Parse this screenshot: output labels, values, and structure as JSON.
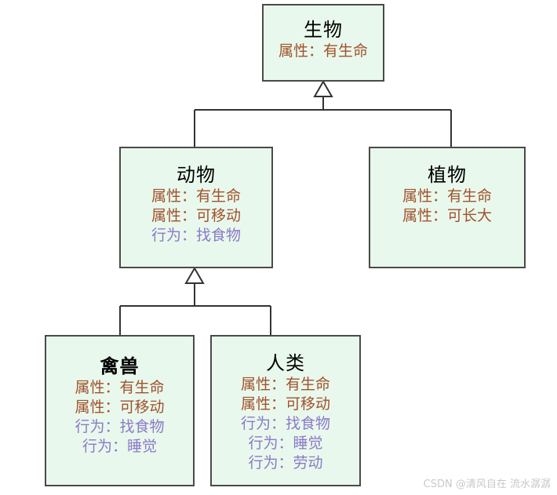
{
  "diagram": {
    "type": "uml-class-inheritance",
    "colors": {
      "box_fill": "#e9f8ec",
      "box_border": "#4a4a4a",
      "title_text": "#000000",
      "attribute_text": "#a0522d",
      "behavior_text": "#8b7ac8",
      "watermark_text": "#c9c9c9",
      "background": "#ffffff"
    },
    "nodes": [
      {
        "id": "shengwu",
        "title": "生物",
        "members": [
          {
            "text": "属性：有生命",
            "kind": "attribute"
          }
        ]
      },
      {
        "id": "dongwu",
        "title": "动物",
        "members": [
          {
            "text": "属性：有生命",
            "kind": "attribute"
          },
          {
            "text": "属性：可移动",
            "kind": "attribute"
          },
          {
            "text": "行为：找食物",
            "kind": "behavior"
          }
        ]
      },
      {
        "id": "zhiwu",
        "title": "植物",
        "members": [
          {
            "text": "属性：有生命",
            "kind": "attribute"
          },
          {
            "text": "属性：可长大",
            "kind": "attribute"
          }
        ]
      },
      {
        "id": "qinshou",
        "title": "禽兽",
        "members": [
          {
            "text": "属性：有生命",
            "kind": "attribute"
          },
          {
            "text": "属性：可移动",
            "kind": "attribute"
          },
          {
            "text": "行为：找食物",
            "kind": "behavior"
          },
          {
            "text": "行为：睡觉",
            "kind": "behavior"
          }
        ]
      },
      {
        "id": "renlei",
        "title": "人类",
        "members": [
          {
            "text": "属性：有生命",
            "kind": "attribute"
          },
          {
            "text": "属性：可移动",
            "kind": "attribute"
          },
          {
            "text": "行为：找食物",
            "kind": "behavior"
          },
          {
            "text": "行为：睡觉",
            "kind": "behavior"
          },
          {
            "text": "行为：劳动",
            "kind": "behavior"
          }
        ]
      }
    ],
    "edges": [
      {
        "from": "dongwu",
        "to": "shengwu",
        "style": "generalization"
      },
      {
        "from": "zhiwu",
        "to": "shengwu",
        "style": "generalization"
      },
      {
        "from": "qinshou",
        "to": "dongwu",
        "style": "generalization"
      },
      {
        "from": "renlei",
        "to": "dongwu",
        "style": "generalization"
      }
    ]
  },
  "watermark": {
    "text": "CSDN @清风自在 流水潺潺"
  }
}
